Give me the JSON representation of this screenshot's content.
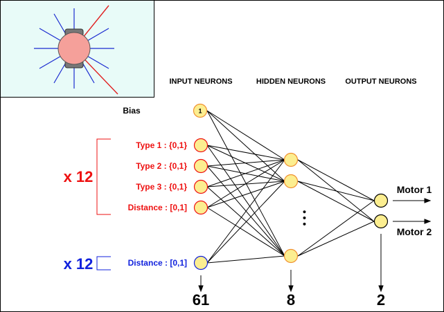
{
  "headers": {
    "input": "INPUT NEURONS",
    "hidden": "HIDDEN NEURONS",
    "output": "OUTPUT NEURONS"
  },
  "bias": {
    "label": "Bias",
    "node_text": "1"
  },
  "input_labels": {
    "type1": "Type 1 : {0,1}",
    "type2": "Type 2 : {0,1}",
    "type3": "Type 3 : {0,1}",
    "distance_red": "Distance : [0,1]",
    "distance_blue": "Distance : [0,1]"
  },
  "multipliers": {
    "red": "x 12",
    "blue": "x 12"
  },
  "outputs": {
    "motor1": "Motor 1",
    "motor2": "Motor 2"
  },
  "counts": {
    "input": "61",
    "hidden": "8",
    "output": "2"
  },
  "ellipsis": "• • •",
  "colors": {
    "red_text": "#ee1111",
    "blue_text": "#1122dd",
    "node_fill": "#fcee90",
    "node_edge_orange": "#f09030",
    "robot_body": "#f5a09a",
    "inset_bg": "#e8fbf8"
  }
}
